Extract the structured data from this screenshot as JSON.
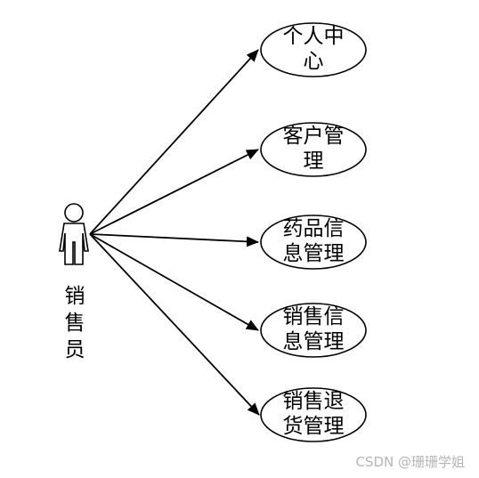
{
  "actor": {
    "label_lines": [
      "销",
      "售",
      "员"
    ]
  },
  "use_cases": [
    {
      "lines": [
        "个人中",
        "心"
      ]
    },
    {
      "lines": [
        "客户管",
        "理"
      ]
    },
    {
      "lines": [
        "药品信",
        "息管理"
      ]
    },
    {
      "lines": [
        "销售信",
        "息管理"
      ]
    },
    {
      "lines": [
        "销售退",
        "货管理"
      ]
    }
  ],
  "watermark": "CSDN @珊珊学姐",
  "colors": {
    "line": "#000000",
    "background": "#ffffff",
    "watermark": "#b5b5b5"
  }
}
